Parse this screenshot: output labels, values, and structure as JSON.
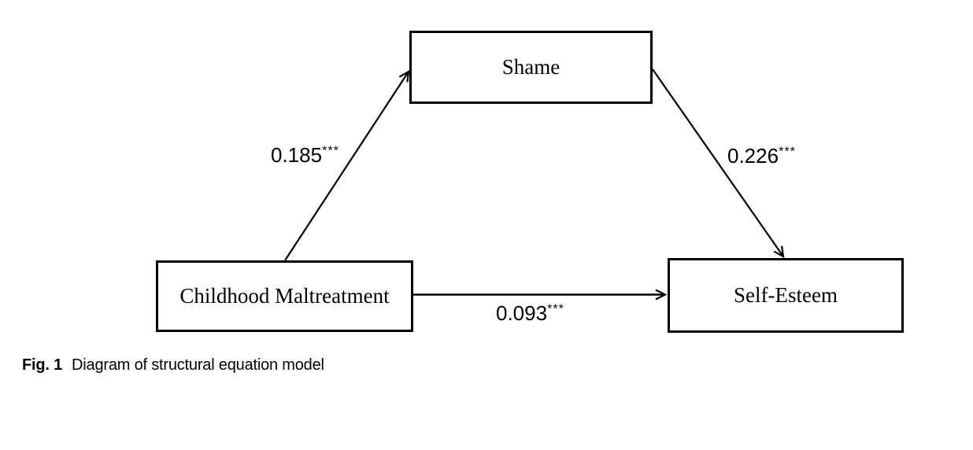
{
  "figure": {
    "caption": {
      "label": "Fig. 1",
      "text": "Diagram of structural equation model"
    }
  },
  "diagram": {
    "type": "structural_equation_model",
    "nodes": {
      "shame": {
        "label": "Shame"
      },
      "childhood_maltreatment": {
        "label": "Childhood Maltreatment"
      },
      "self_esteem": {
        "label": "Self-Esteem"
      }
    },
    "paths": [
      {
        "from": "Childhood Maltreatment",
        "to": "Shame",
        "coefficient": "0.185",
        "significance": "***"
      },
      {
        "from": "Shame",
        "to": "Self-Esteem",
        "coefficient": "0.226",
        "significance": "***"
      },
      {
        "from": "Childhood Maltreatment",
        "to": "Self-Esteem",
        "coefficient": "0.093",
        "significance": "***"
      }
    ],
    "colors": {
      "line": "#000000",
      "box_border": "#000000",
      "text": "#000000",
      "background": "#ffffff"
    }
  }
}
